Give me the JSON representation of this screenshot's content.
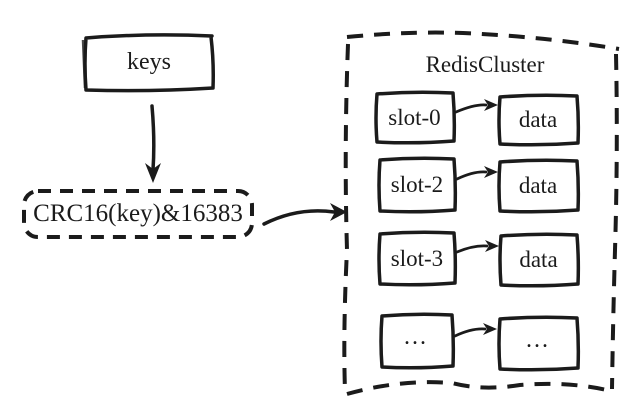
{
  "diagram": {
    "keys_label": "keys",
    "hash_label": "CRC16(key)&16383",
    "cluster": {
      "title": "RedisCluster",
      "rows": [
        {
          "slot": "slot-0",
          "data": "data"
        },
        {
          "slot": "slot-2",
          "data": "data"
        },
        {
          "slot": "slot-3",
          "data": "data"
        },
        {
          "slot": "...",
          "data": "..."
        }
      ]
    },
    "colors": {
      "stroke": "#1b1b1b",
      "background": "#ffffff"
    }
  }
}
